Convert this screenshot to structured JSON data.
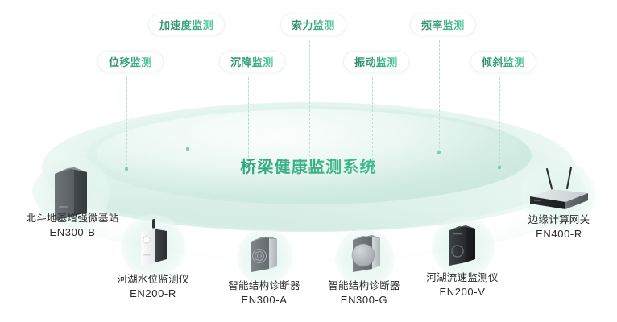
{
  "system": {
    "title": "桥梁健康监测系统",
    "accent_dark": "#2d8a6b",
    "accent_light": "#57cb9f",
    "platform_color": "#dbf0e9"
  },
  "tags": [
    {
      "label": "位移监测",
      "name": "tag-displacement-monitoring"
    },
    {
      "label": "加速度监测",
      "name": "tag-acceleration-monitoring"
    },
    {
      "label": "沉降监测",
      "name": "tag-settlement-monitoring"
    },
    {
      "label": "索力监测",
      "name": "tag-cable-force-monitoring"
    },
    {
      "label": "振动监测",
      "name": "tag-vibration-monitoring"
    },
    {
      "label": "频率监测",
      "name": "tag-frequency-monitoring"
    },
    {
      "label": "倾斜监测",
      "name": "tag-inclination-monitoring"
    }
  ],
  "devices": [
    {
      "title": "北斗地基增强微基站",
      "model": "EN300-B",
      "name": "device-beidou-base-station"
    },
    {
      "title": "河湖水位监测仪",
      "model": "EN200-R",
      "name": "device-water-level-monitor"
    },
    {
      "title": "智能结构诊断器",
      "model": "EN300-A",
      "name": "device-structure-diagnoser-a"
    },
    {
      "title": "智能结构诊断器",
      "model": "EN300-G",
      "name": "device-structure-diagnoser-g"
    },
    {
      "title": "河湖流速监测仪",
      "model": "EN200-V",
      "name": "device-flow-velocity-monitor"
    },
    {
      "title": "边缘计算网关",
      "model": "EN400-R",
      "name": "device-edge-computing-gateway"
    }
  ]
}
